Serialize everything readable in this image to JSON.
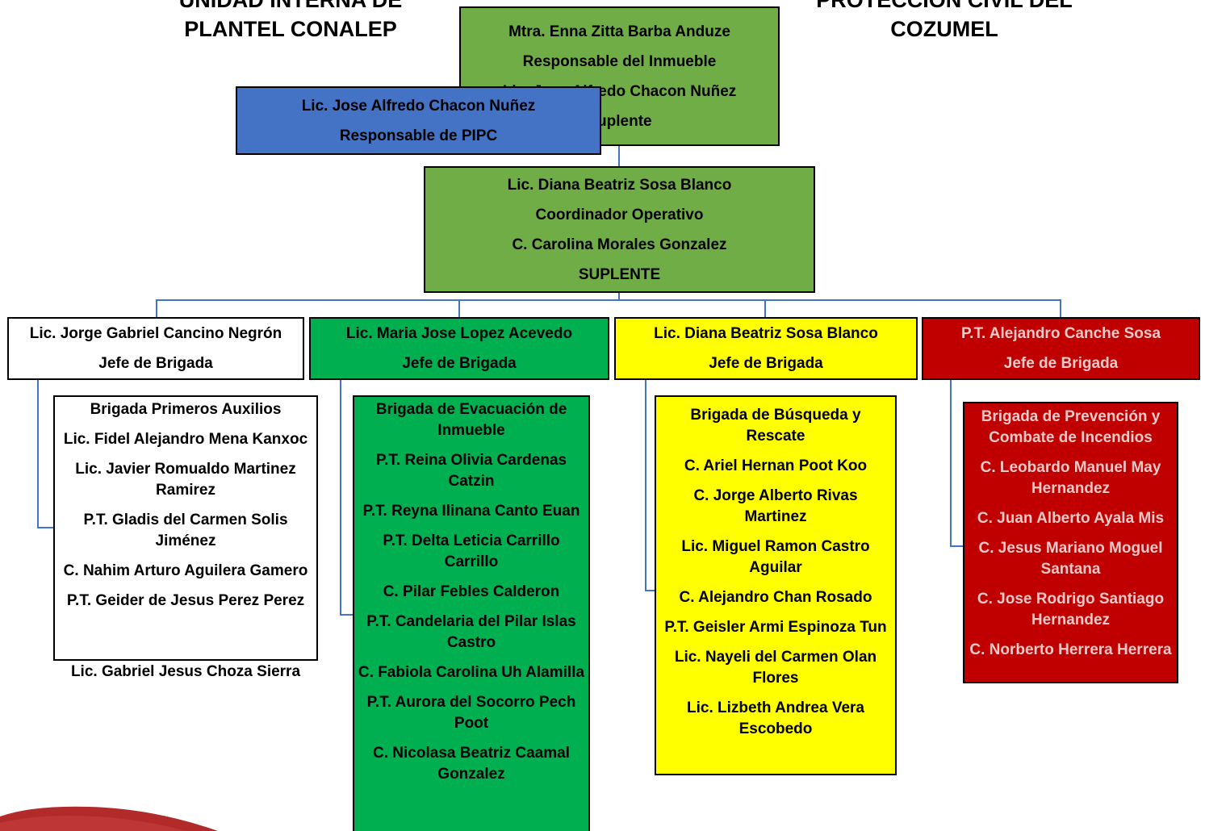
{
  "title_left": [
    "UNIDAD INTERNA DE",
    "PLANTEL CONALEP"
  ],
  "title_right": [
    "PROTECCIÓN CIVIL DEL",
    "COZUMEL"
  ],
  "responsable": [
    "Mtra. Enna Zitta Barba Anduze",
    "Responsable del Inmueble",
    "Lic. Jose Alfredo Chacon Nuñez",
    "Suplente"
  ],
  "pipc": [
    "Lic. Jose Alfredo Chacon Nuñez",
    "Responsable de PIPC"
  ],
  "coordinador": [
    "Lic. Diana Beatriz Sosa Blanco",
    "Coordinador Operativo",
    "C. Carolina Morales Gonzalez",
    "SUPLENTE"
  ],
  "jefes": [
    [
      "Lic. Jorge Gabriel Cancino Negrón",
      "Jefe de Brigada"
    ],
    [
      "Lic. Maria Jose Lopez Acevedo",
      "Jefe de Brigada"
    ],
    [
      "Lic. Diana Beatriz Sosa Blanco",
      "Jefe de Brigada"
    ],
    [
      "P.T. Alejandro Canche Sosa",
      "Jefe de Brigada"
    ]
  ],
  "brigadas": [
    {
      "items": [
        "Brigada Primeros Auxilios",
        "Lic. Fidel Alejandro Mena Kanxoc",
        "Lic. Javier Romualdo Martinez Ramirez",
        "P.T. Gladis del Carmen Solis Jiménez",
        "C. Nahim Arturo Aguilera Gamero",
        "P.T. Geider de Jesus Perez Perez"
      ],
      "extra": "Lic. Gabriel Jesus Choza Sierra"
    },
    {
      "items": [
        "Brigada de Evacuación de Inmueble",
        "P.T. Reina Olivia Cardenas Catzin",
        "P.T. Reyna Ilinana Canto Euan",
        "P.T. Delta Leticia Carrillo Carrillo",
        "C. Pilar Febles Calderon",
        "P.T. Candelaria del Pilar Islas Castro",
        "C. Fabiola Carolina Uh Alamilla",
        "P.T. Aurora del Socorro Pech Poot",
        "C. Nicolasa Beatriz Caamal Gonzalez"
      ]
    },
    {
      "items": [
        "Brigada de Búsqueda y Rescate",
        "C. Ariel Hernan Poot Koo",
        "C. Jorge Alberto Rivas Martinez",
        "Lic. Miguel Ramon Castro Aguilar",
        "C. Alejandro Chan Rosado",
        "P.T. Geisler Armi Espinoza Tun",
        "Lic. Nayeli del Carmen Olan Flores",
        "Lic. Lizbeth Andrea Vera Escobedo"
      ]
    },
    {
      "items": [
        "Brigada de Prevención y Combate de Incendios",
        "C. Leobardo Manuel May Hernandez",
        "C. Juan Alberto Ayala Mis",
        "C. Jesus Mariano Moguel Santana",
        "C. Jose Rodrigo Santiago Hernandez",
        "C. Norberto Herrera Herrera"
      ]
    }
  ],
  "colors": {
    "connector": "#4472c4",
    "green_light": "#70ad47",
    "green_dark": "#00b050",
    "yellow": "#ffff00",
    "red": "#c00000",
    "blue": "#4472c4",
    "decor": "#b22a2a"
  }
}
